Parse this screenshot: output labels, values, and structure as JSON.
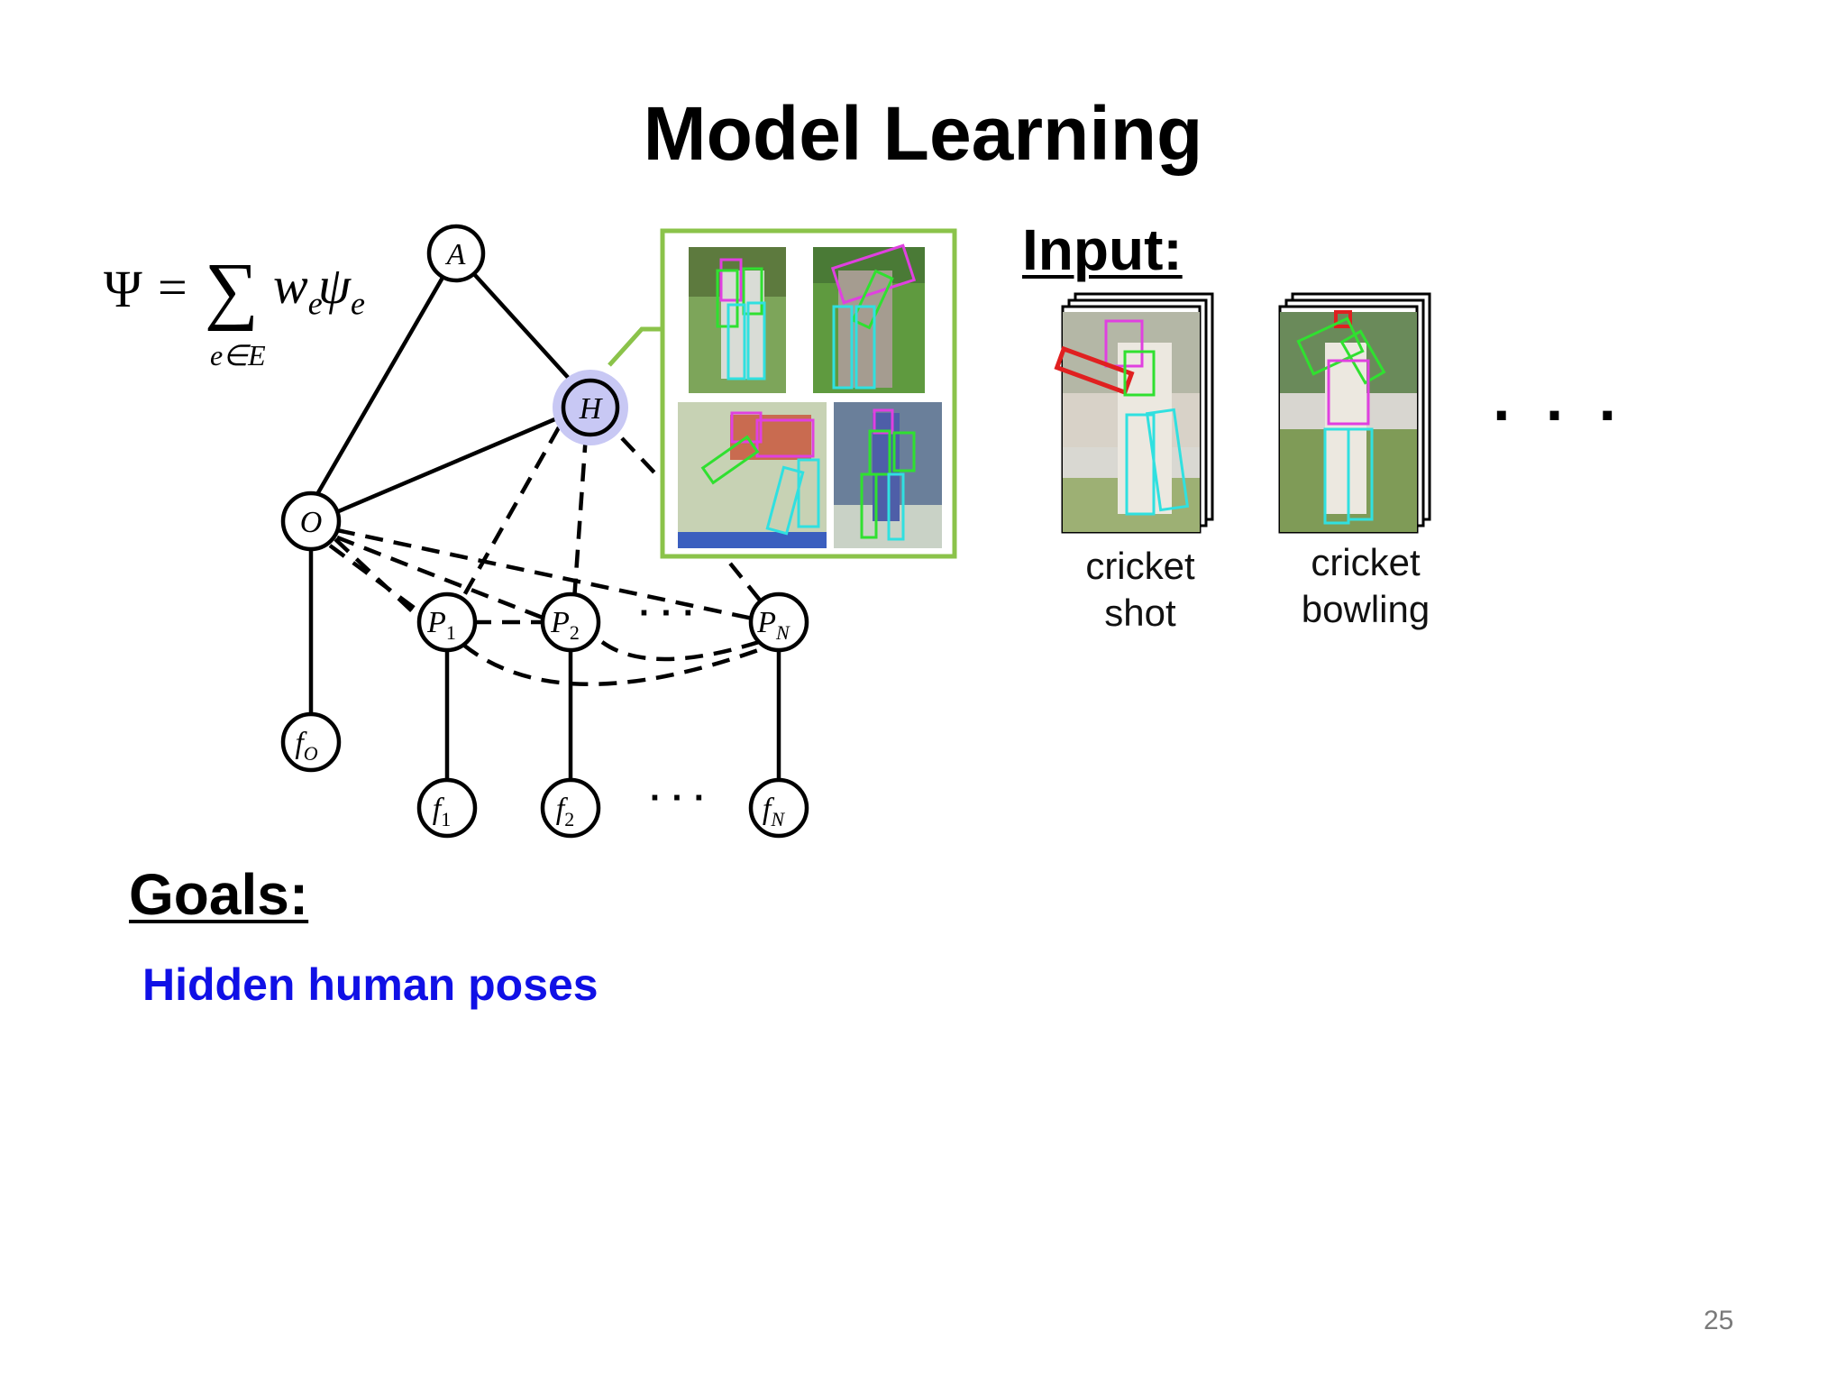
{
  "slide": {
    "title": "Model Learning",
    "page_number": "25"
  },
  "formula": {
    "lhs": "Ψ",
    "equals": "=",
    "sum": "∑",
    "term_w": "w",
    "term_w_sub": "e",
    "term_psi": "ψ",
    "term_psi_sub": "e",
    "sum_index": "e∈E"
  },
  "graph": {
    "nodes": {
      "A": "A",
      "H": "H",
      "O": "O",
      "P1": "P",
      "P1_sub": "1",
      "P2": "P",
      "P2_sub": "2",
      "PN": "P",
      "PN_sub": "N",
      "fO": "f",
      "fO_sub": "O",
      "f1": "f",
      "f1_sub": "1",
      "f2": "f",
      "f2_sub": "2",
      "fN": "f",
      "fN_sub": "N"
    },
    "ellipsis_parts": "· · ·",
    "ellipsis_features": "· · ·",
    "highlight_color": "#c8c8f4",
    "inset_border_color": "#8bc34a"
  },
  "input": {
    "heading": "Input:",
    "items": [
      {
        "caption_line1": "cricket",
        "caption_line2": "shot"
      },
      {
        "caption_line1": "cricket",
        "caption_line2": "bowling"
      }
    ],
    "more": "· · ·"
  },
  "goals": {
    "heading": "Goals:",
    "items": [
      "Hidden human poses"
    ],
    "text_color": "#1010e6"
  },
  "pose_colors": {
    "head_torso": "#e040e0",
    "arms": "#30e030",
    "legs": "#30e0e0",
    "bat": "#e02020"
  }
}
